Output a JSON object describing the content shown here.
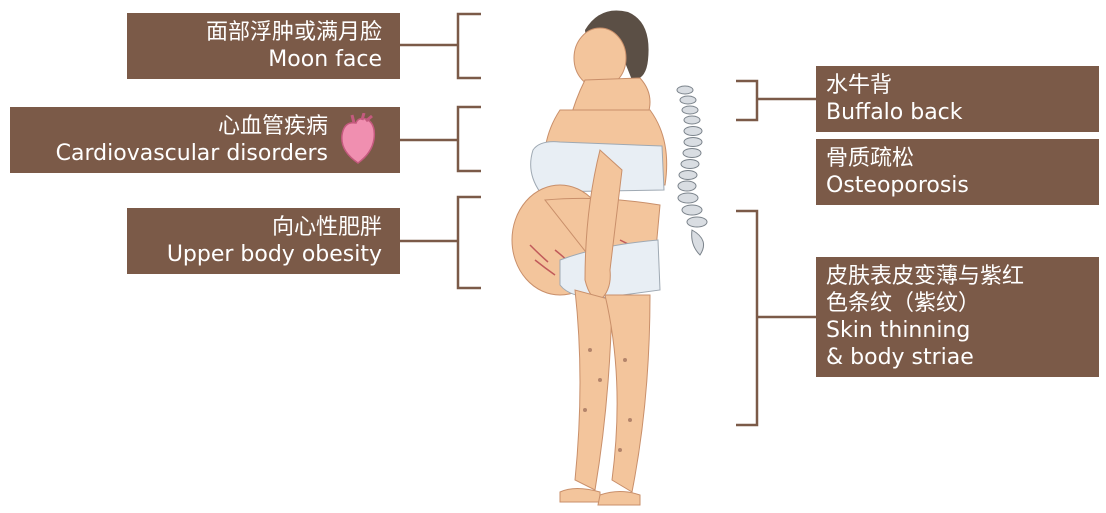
{
  "left_labels": [
    {
      "zh": "面部浮肿或满月脸",
      "en": "Moon face"
    },
    {
      "zh": "心血管疾病",
      "en": "Cardiovascular disorders"
    },
    {
      "zh": "向心性肥胖",
      "en": "Upper body obesity"
    }
  ],
  "right_labels": [
    {
      "zh": "水牛背",
      "en": "Buffalo back"
    },
    {
      "zh": "骨质疏松",
      "en": "Osteoporosis"
    },
    {
      "zh": "皮肤表皮变薄与紫红",
      "zh2": "色条纹（紫纹）",
      "en": "Skin thinning",
      "en2": "& body striae"
    }
  ],
  "icons": {
    "heart": "heart-icon",
    "spine": "spine-icon",
    "body": "human-body-figure"
  },
  "colors": {
    "box": "#7b5a48",
    "line": "#7b5a48",
    "skin": "#f3c59c",
    "underwear": "#e8eef4"
  }
}
